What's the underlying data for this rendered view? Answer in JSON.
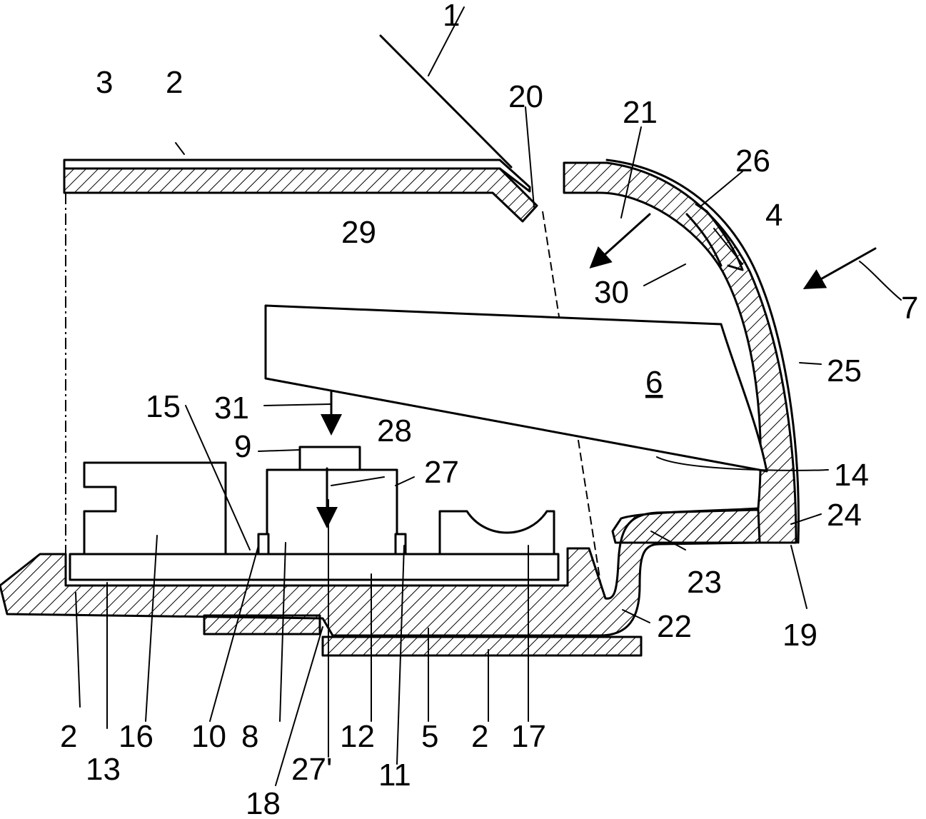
{
  "figure": {
    "labels": {
      "l1": "1",
      "l2_top": "2",
      "l3": "3",
      "l20": "20",
      "l21": "21",
      "l26": "26",
      "l4": "4",
      "l7": "7",
      "l30": "30",
      "l29": "29",
      "l25": "25",
      "l6": "6",
      "l15": "15",
      "l31": "31",
      "l28": "28",
      "l9": "9",
      "l27": "27",
      "l14": "14",
      "l24": "24",
      "l23": "23",
      "l22": "22",
      "l19": "19",
      "l2_left": "2",
      "l13": "13",
      "l16": "16",
      "l10": "10",
      "l8": "8",
      "l12": "12",
      "l5": "5",
      "l2_mid": "2",
      "l17": "17",
      "l27p": "27'",
      "l11": "11",
      "l18": "18"
    }
  }
}
